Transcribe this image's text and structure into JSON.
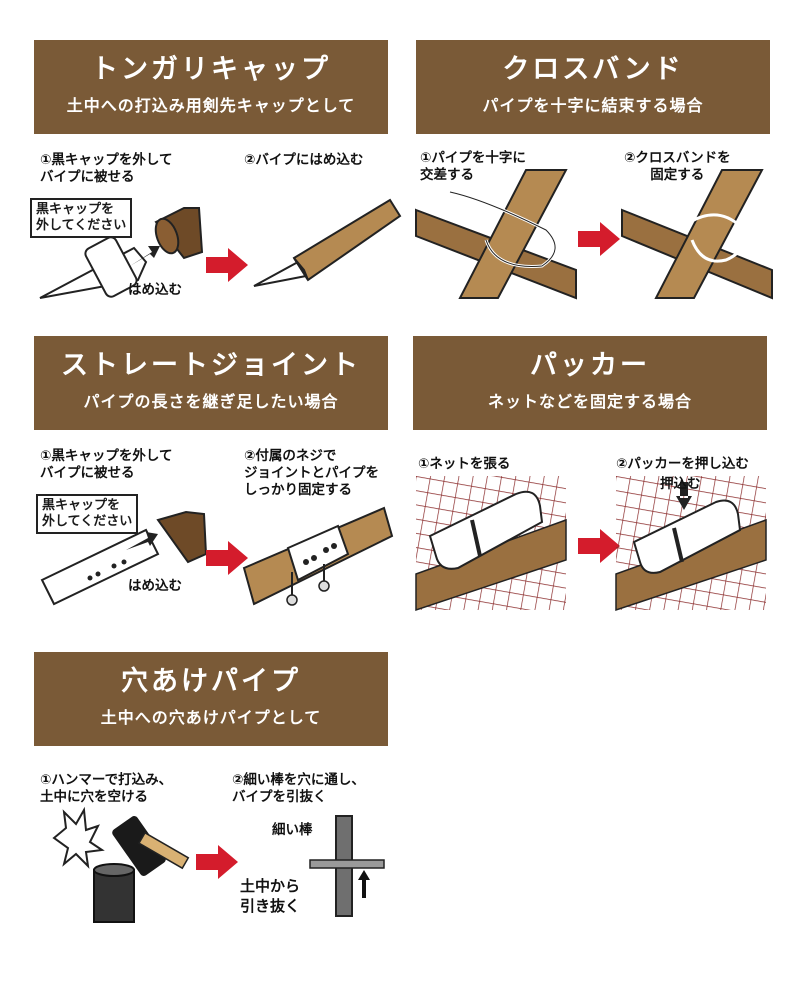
{
  "colors": {
    "header_bg": "#7a5a37",
    "header_text": "#ffffff",
    "arrow": "#d41c2c",
    "pipe": "#b58a52",
    "cap": "#6e4a27",
    "net": "#8a2a2a"
  },
  "sections": [
    {
      "title": "トンガリキャップ",
      "subtitle": "土中への打込み用剣先キャップとして",
      "step1": "①黒キャップを外して\nバイプに被せる",
      "note": "黒キャップを\n外してください",
      "action": "はめ込む",
      "step2": "②バイプにはめ込む"
    },
    {
      "title": "クロスバンド",
      "subtitle": "パイプを十字に結束する場合",
      "step1": "①パイプを十字に\n交差する",
      "step2": "②クロスバンドを\n固定する"
    },
    {
      "title": "ストレートジョイント",
      "subtitle": "パイプの長さを継ぎ足したい場合",
      "step1": "①黒キャップを外して\nバイプに被せる",
      "note": "黒キャップを\n外してください",
      "action": "はめ込む",
      "step2": "②付属のネジで\nジョイントとパイプを\nしっかり固定する"
    },
    {
      "title": "パッカー",
      "subtitle": "ネットなどを固定する場合",
      "step1": "①ネットを張る",
      "step2": "②パッカーを押し込む",
      "action": "押込む"
    },
    {
      "title": "穴あけパイプ",
      "subtitle": "土中への穴あけパイプとして",
      "step1": "①ハンマーで打込み、\n土中に穴を空ける",
      "step2": "②細い棒を穴に通し、\nバイプを引抜く",
      "rod_label": "細い棒",
      "pull_label": "土中から\n引き抜く"
    }
  ]
}
